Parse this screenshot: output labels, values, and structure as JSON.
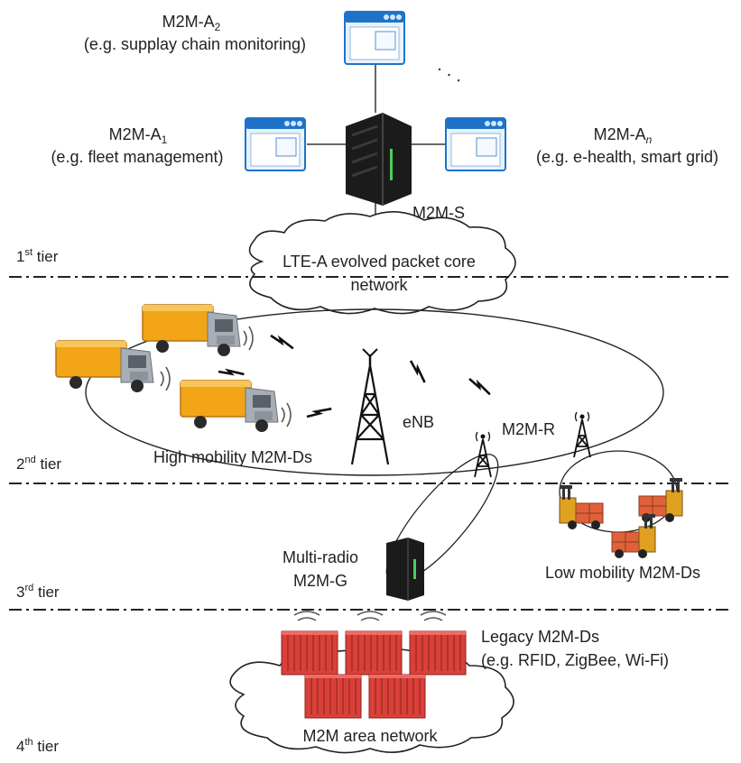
{
  "applications": {
    "a2": {
      "name": "M2M-A",
      "sub": "2",
      "desc": "(e.g. supplay chain monitoring)"
    },
    "a1": {
      "name": "M2M-A",
      "sub": "1",
      "desc": "(e.g. fleet management)"
    },
    "an": {
      "name": "M2M-A",
      "sub": "n",
      "desc": "(e.g. e-health, smart grid)"
    },
    "ellipsis": "· · ·"
  },
  "server_label": "M2M-S",
  "core_network": {
    "line1": "LTE-A evolved packet core",
    "line2": "network"
  },
  "tiers": [
    {
      "num": "1",
      "sup": "st",
      "word": " tier"
    },
    {
      "num": "2",
      "sup": "nd",
      "word": " tier"
    },
    {
      "num": "3",
      "sup": "rd",
      "word": " tier"
    },
    {
      "num": "4",
      "sup": "th",
      "word": " tier"
    }
  ],
  "enb_label": "eNB",
  "relay_label": "M2M-R",
  "high_mobility_label": "High mobility M2M-Ds",
  "low_mobility_label": "Low mobility M2M-Ds",
  "gateway": {
    "line1": "Multi-radio",
    "line2": "M2M-G"
  },
  "legacy": {
    "line1": "Legacy M2M-Ds",
    "line2": "(e.g. RFID, ZigBee, Wi-Fi)"
  },
  "area_network_label": "M2M area network",
  "colors": {
    "truck_cargo": "#f2a516",
    "truck_cab": "#a8aeb6",
    "window_bar": "#1e73c8",
    "window_body": "#e8f2fb",
    "container": "#d9403a",
    "server": "#1b1b1b",
    "tier_line": "#222222"
  }
}
